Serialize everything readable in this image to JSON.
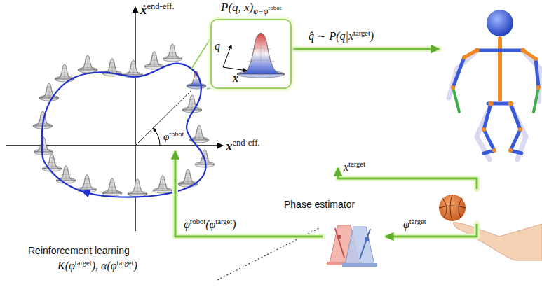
{
  "diagram": {
    "nodes": [
      {
        "text": [
          "P(q, x)",
          "φ=φ",
          "robot",
          "q",
          "x"
        ]
      }
    ],
    "labels": [
      "ẋ",
      "end-eff.",
      "x",
      "end-eff.",
      "φ",
      "robot",
      "q̂ ∼ P(q|x",
      "target",
      ")",
      "x",
      "target",
      "Phase estimator",
      "φ",
      "target",
      "φ",
      "robot",
      "(φ",
      "target",
      ")",
      "Reinforcement learning",
      "K(φ",
      "target",
      "), α(φ",
      "target",
      ")"
    ]
  }
}
